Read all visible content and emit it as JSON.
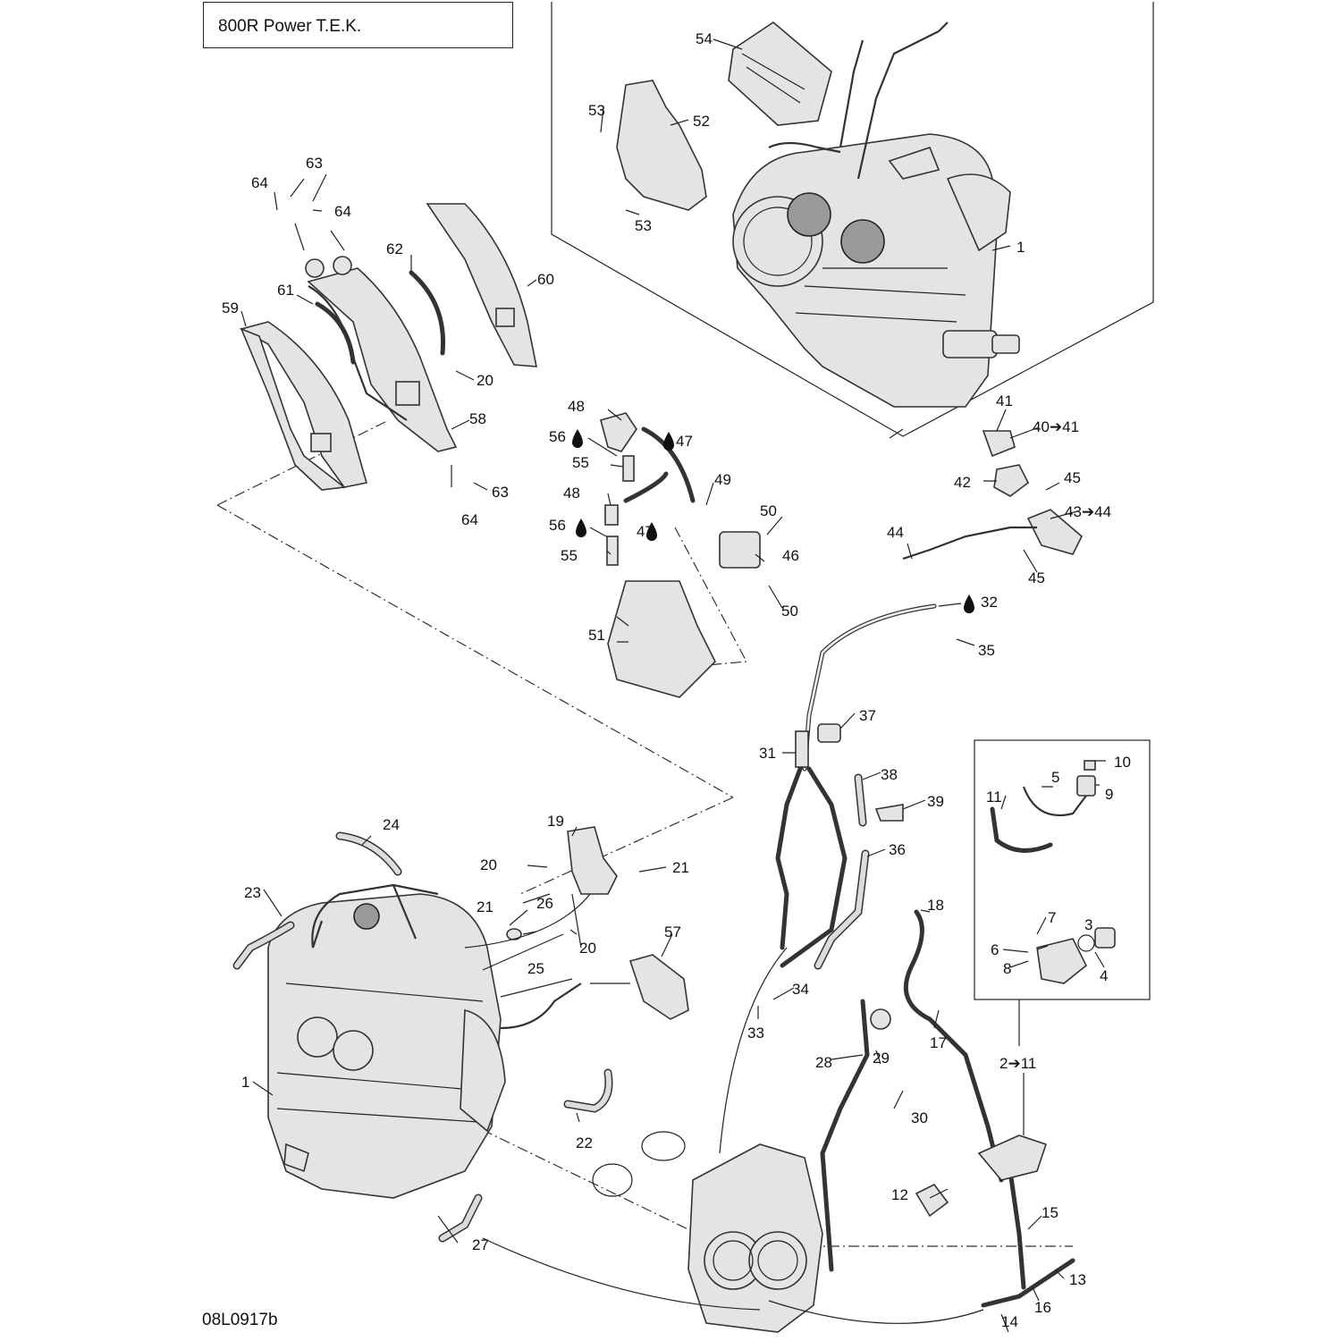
{
  "title": "800R Power T.E.K.",
  "reference_code": "08L0917b",
  "callouts": [
    "1",
    "2➔11",
    "3",
    "4",
    "5",
    "6",
    "7",
    "8",
    "9",
    "10",
    "11",
    "12",
    "13",
    "14",
    "15",
    "16",
    "17",
    "18",
    "19",
    "20",
    "21",
    "22",
    "23",
    "24",
    "25",
    "26",
    "27",
    "28",
    "29",
    "30",
    "31",
    "32",
    "33",
    "34",
    "35",
    "36",
    "37",
    "38",
    "39",
    "40➔41",
    "41",
    "42",
    "43➔44",
    "44",
    "45",
    "46",
    "47",
    "48",
    "49",
    "50",
    "51",
    "52",
    "53",
    "54",
    "55",
    "56",
    "57",
    "58",
    "59",
    "60",
    "61",
    "62",
    "63",
    "64"
  ],
  "icons": {
    "lubricant": "drop-icon"
  }
}
